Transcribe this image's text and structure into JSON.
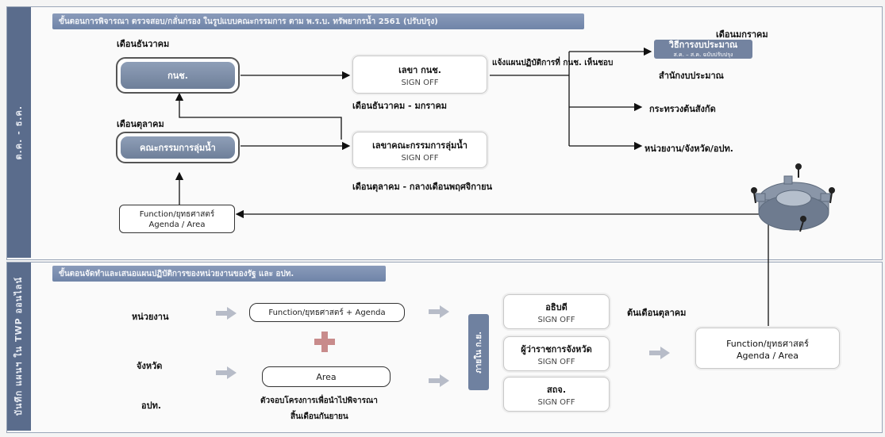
{
  "top_banner": "ขั้นตอนการพิจารณา ตรวจสอบ/กลั่นกรอง ในรูปแบบคณะกรรมการ ตาม พ.ร.บ. ทรัพยากรน้ำ 2561 (ปรับปรุง)",
  "bottom_banner": "ขั้นตอนจัดทำและเสนอแผนปฏิบัติการของหน่วยงานของรัฐ และ อปท.",
  "side_top": "ต.ค. - ธ.ค.",
  "side_bottom": "บันทึก แผนฯ ใน TWP ออนไลน์",
  "top": {
    "month_dec": "เดือนธันวาคม",
    "onwc": "กนช.",
    "month_oct": "เดือนตุลาคม",
    "basin_committee": "คณะกรรมการลุ่มน้ำ",
    "secretary_onwc_title": "เลขา กนช.",
    "secretary_onwc_sign": "SIGN OFF",
    "secretary_onwc_time": "เดือนธันวาคม - มกราคม",
    "secretary_basin_title": "เลขาคณะกรรมการลุ่มน้ำ",
    "secretary_basin_sign": "SIGN OFF",
    "secretary_basin_time": "เดือนตุลาคม - กลางเดือนพฤศจิกายน",
    "notify": "แจ้งแผนปฏิบัติการที่ กนช. เห็นชอบ",
    "month_jan": "เดือนมกราคม",
    "budget_process": "วิธีการงบประมาณ",
    "budget_process_sub": "ส.ค. – ส.ค. ฉบับปรับปรุง",
    "budget_bureau": "สำนักงบประมาณ",
    "ministry": "กระทรวงต้นสังกัด",
    "agencies": "หน่วยงาน/จังหวัด/อปท.",
    "function_box_l1": "Function/ยุทธศาสตร์",
    "function_box_l2": "Agenda / Area"
  },
  "bottom": {
    "agency": "หน่วยงาน",
    "province": "จังหวัด",
    "lao": "อปท.",
    "function_agenda": "Function/ยุทธศาสตร์ + Agenda",
    "area": "Area",
    "area_note_l1": "ตัวจอบโครงการเพื่อนำไปพิจารณา",
    "area_note_l2": "สิ้นเดือนกันยายน",
    "vertical_box": "ภายใน ก.ย.",
    "director_title": "อธิบดี",
    "director_sign": "SIGN OFF",
    "governor_title": "ผู้ว่าราชการจังหวัด",
    "governor_sign": "SIGN OFF",
    "dla_title": "สถจ.",
    "dla_sign": "SIGN OFF",
    "early_oct": "ต้นเดือนตุลาคม",
    "final_l1": "Function/ยุทธศาสตร์",
    "final_l2": "Agenda / Area"
  },
  "colors": {
    "banner": "#7b8db0",
    "pill": "#7f8fa9",
    "arrow": "#b7bcc8",
    "plus": "#c88b8b"
  }
}
